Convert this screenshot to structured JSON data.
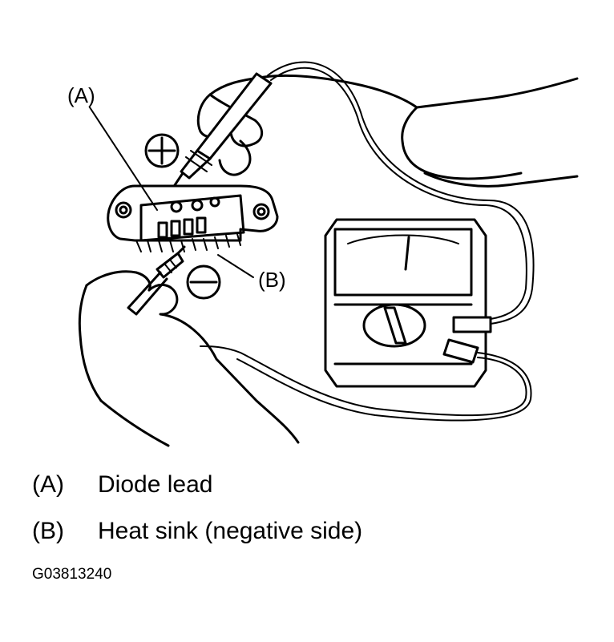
{
  "callouts": {
    "a": "(A)",
    "b": "(B)",
    "plus": "+",
    "minus": "−"
  },
  "legend": [
    {
      "code": "(A)",
      "text": "Diode lead"
    },
    {
      "code": "(B)",
      "text": "Heat sink (negative side)"
    }
  ],
  "figure_id": "G03813240",
  "icons": [
    "positive-probe-icon",
    "negative-probe-icon",
    "ohmmeter-icon",
    "rectifier-icon",
    "hand-icon"
  ]
}
